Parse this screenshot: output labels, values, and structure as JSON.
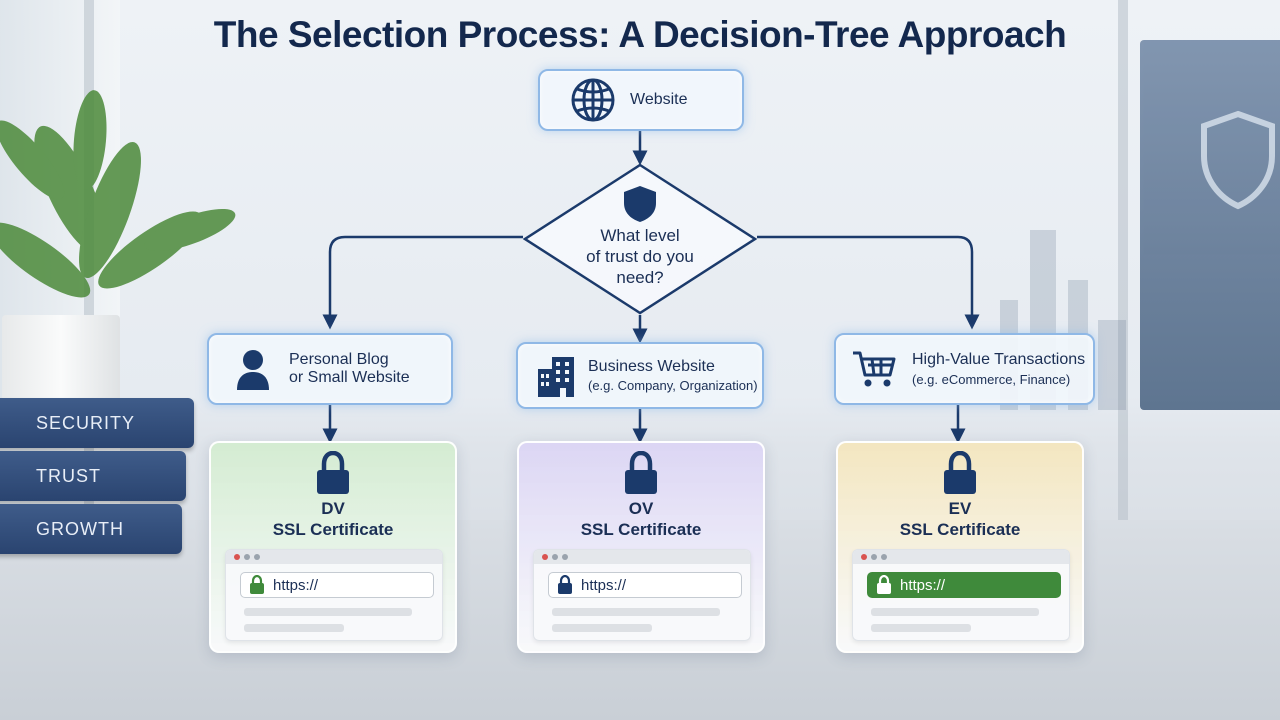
{
  "title": "The Selection Process: A Decision-Tree Approach",
  "root": {
    "label": "Website",
    "icon": "globe-icon"
  },
  "decision": {
    "line1": "What level",
    "line2": "of trust do you",
    "line3": "need?",
    "icon": "shield-icon"
  },
  "options": [
    {
      "label_line1": "Personal Blog",
      "label_line2": "or Small Website",
      "icon": "user-icon"
    },
    {
      "label": "Business Website",
      "sub": "(e.g. Company, Organization)",
      "icon": "building-icon"
    },
    {
      "label": "High-Value Transactions",
      "sub": "(e.g. eCommerce, Finance)",
      "icon": "shopping-cart-icon"
    }
  ],
  "certificates": [
    {
      "type": "DV",
      "name": "SSL Certificate",
      "url": "https://",
      "color": "#d4ecd2"
    },
    {
      "type": "OV",
      "name": "SSL Certificate",
      "url": "https://",
      "color": "#dcd6f4"
    },
    {
      "type": "EV",
      "name": "SSL Certificate",
      "url": "https://",
      "color": "#f3e6c0"
    }
  ],
  "books": [
    "SECURITY",
    "TRUST",
    "GROWTH"
  ],
  "colors": {
    "accent": "#1b3a6b",
    "node_border": "#8fb8e6",
    "ev_green": "#3f8a3b",
    "lock_green": "#3f8a3b"
  }
}
